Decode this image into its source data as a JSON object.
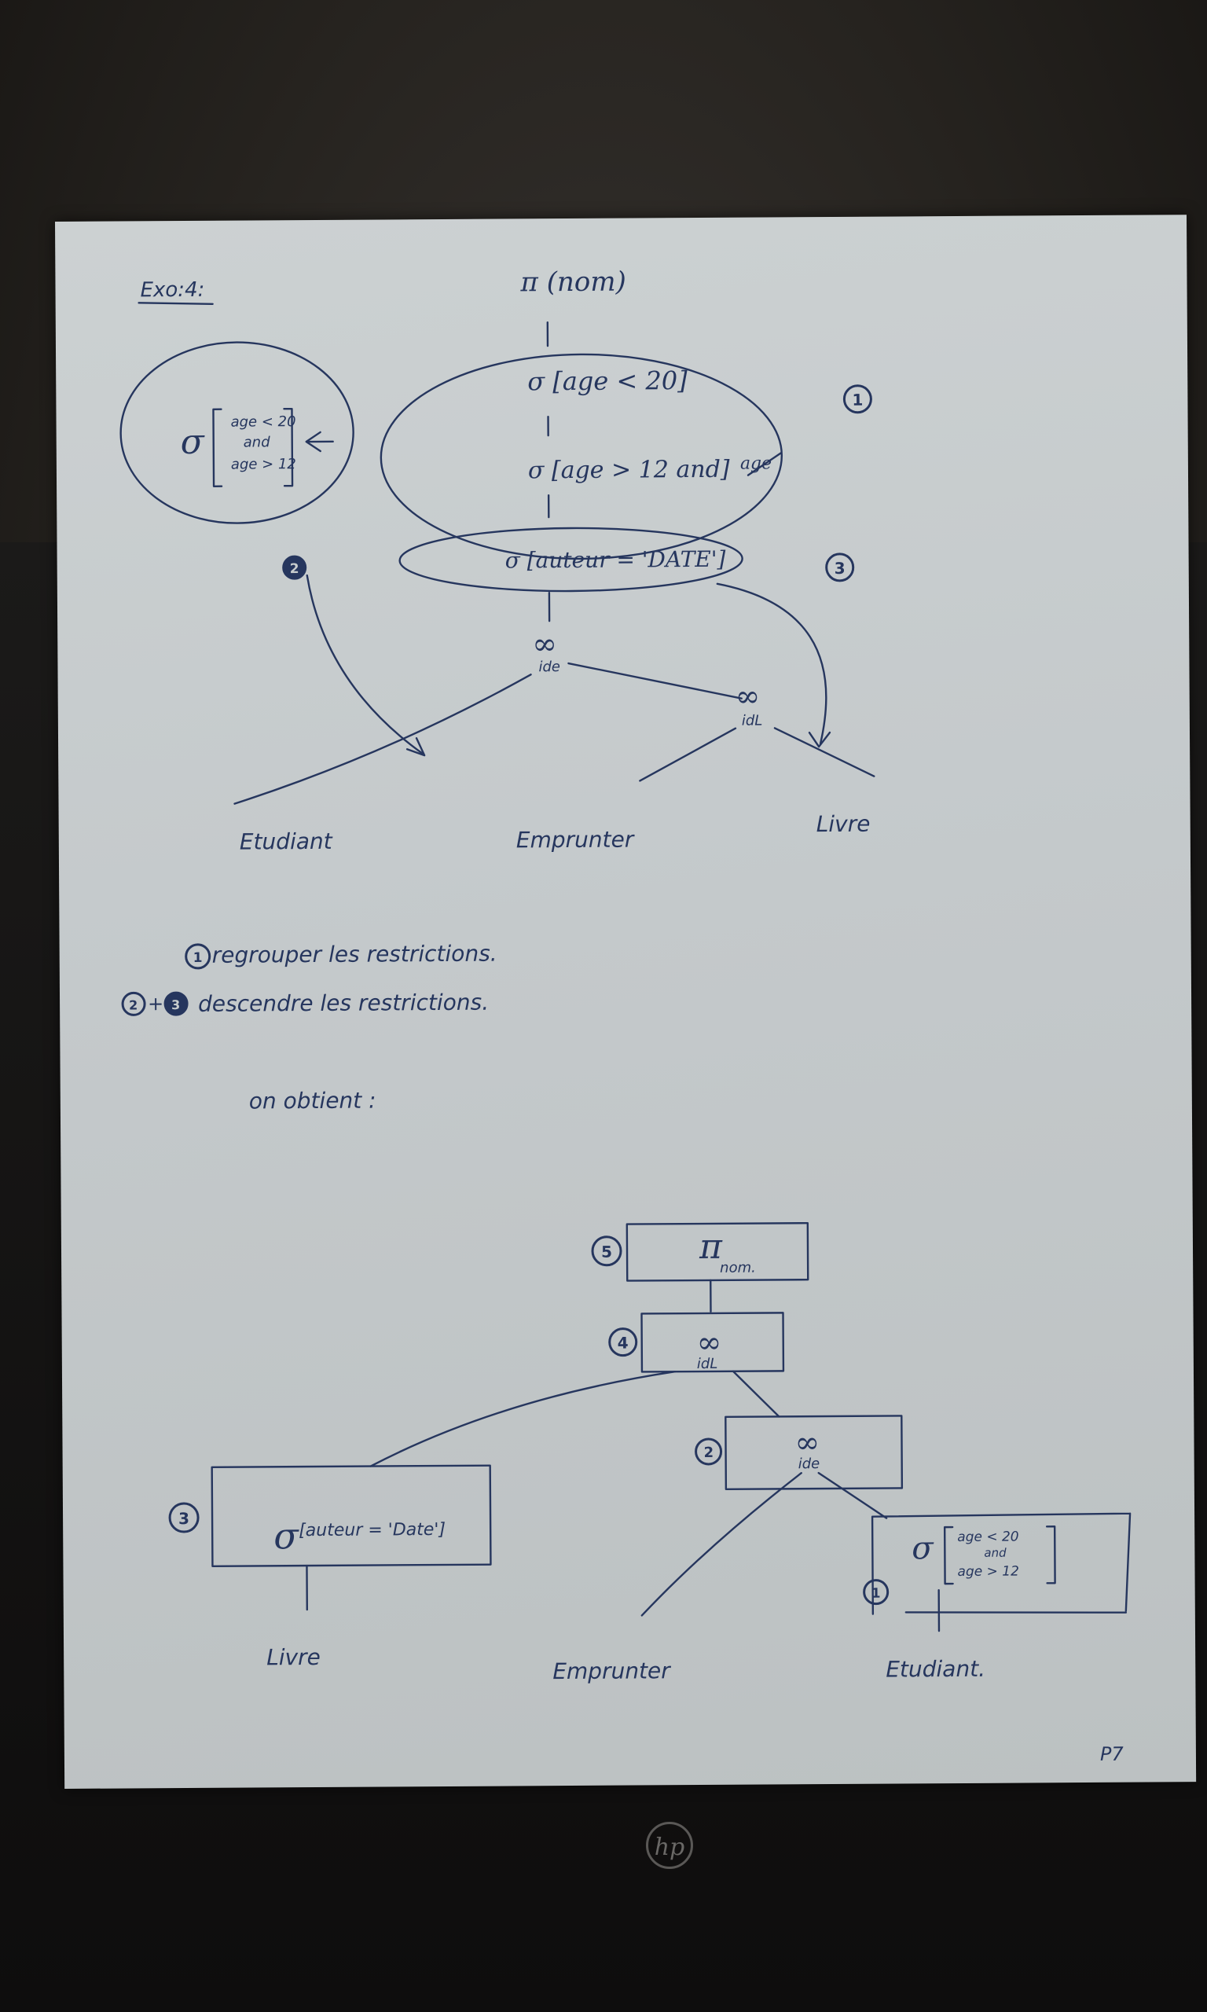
{
  "exercise_title": "Exo:4:",
  "tree1": {
    "projection": "π (nom)",
    "selection_age_lt": "σ [age < 20]",
    "selection_age_gt": "σ [age > 12 and]",
    "struck_text": "age",
    "selection_auteur": "σ [auteur = 'DATE']",
    "merged_sigma": "σ",
    "merged_lines": [
      "age < 20",
      "and",
      "age > 12"
    ],
    "join_top_symbol": "∞",
    "join_top_attr": "ide",
    "join_bottom_symbol": "∞",
    "join_bottom_attr": "idL",
    "leaf_etudiant": "Etudiant",
    "leaf_emprunter": "Emprunter",
    "leaf_livre": "Livre",
    "markers": [
      "1",
      "2",
      "3"
    ]
  },
  "notes": {
    "step1_num": "1",
    "step1_text": "regrouper les restrictions.",
    "step23_num_a": "2",
    "step23_plus": "+",
    "step23_num_b": "3",
    "step23_text": "descendre les restrictions.",
    "obtain": "on obtient :"
  },
  "tree2": {
    "projection_symbol": "π",
    "projection_sub": "nom.",
    "join_top_symbol": "∞",
    "join_top_attr": "idL",
    "join_bottom_symbol": "∞",
    "join_bottom_attr": "ide",
    "sel_livre_sigma": "σ",
    "sel_livre_pred": "[auteur = 'Date']",
    "sel_etud_sigma": "σ",
    "sel_etud_lines": [
      "age < 20",
      "and",
      "age > 12"
    ],
    "leaf_livre": "Livre",
    "leaf_emprunter": "Emprunter",
    "leaf_etudiant": "Etudiant.",
    "markers": [
      "5",
      "4",
      "2",
      "3",
      "1"
    ]
  },
  "page_number": "P7",
  "logo_text": "hp"
}
